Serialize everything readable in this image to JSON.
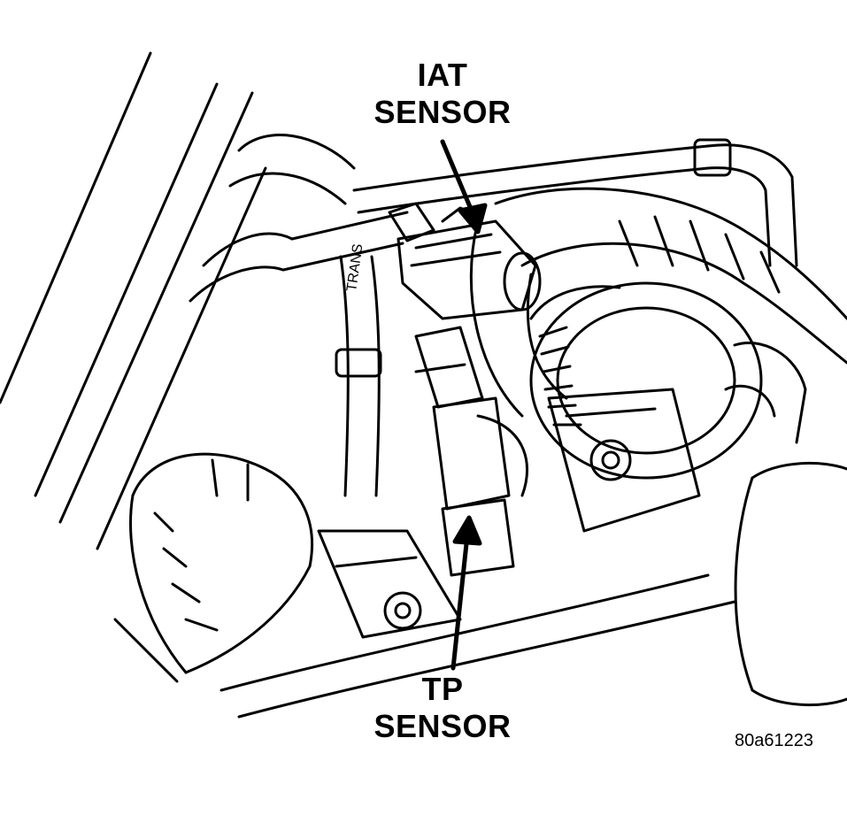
{
  "callouts": {
    "iat": {
      "line1": "IAT",
      "line2": "SENSOR"
    },
    "tp": {
      "line1": "TP",
      "line2": "SENSOR"
    }
  },
  "figure_code": "80a61223",
  "hose_marking": "TRANS",
  "colors": {
    "ink": "#000000",
    "paper": "#ffffff"
  }
}
